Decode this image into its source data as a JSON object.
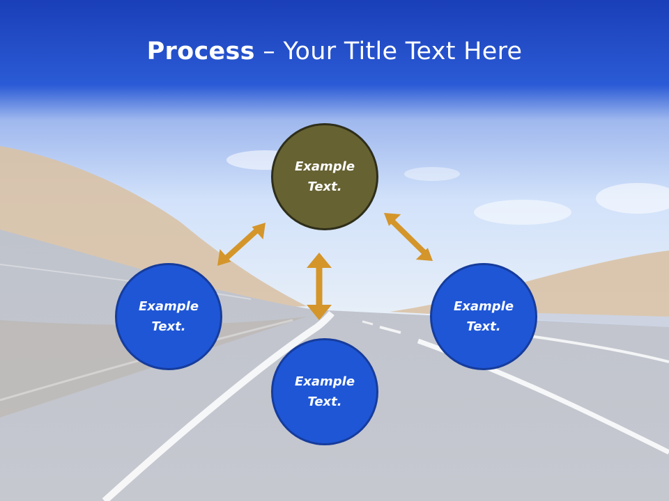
{
  "title": {
    "bold": "Process",
    "separator": "–",
    "rest": "Your Title Text Here"
  },
  "nodes": {
    "top": {
      "label": "Example Text."
    },
    "left": {
      "label": "Example Text."
    },
    "right": {
      "label": "Example Text."
    },
    "bottom": {
      "label": "Example Text."
    }
  },
  "colors": {
    "header_blue": "#1a45c8",
    "node_blue": "#1e56d6",
    "node_olive": "#666232",
    "arrow_gold": "#d4952a"
  }
}
